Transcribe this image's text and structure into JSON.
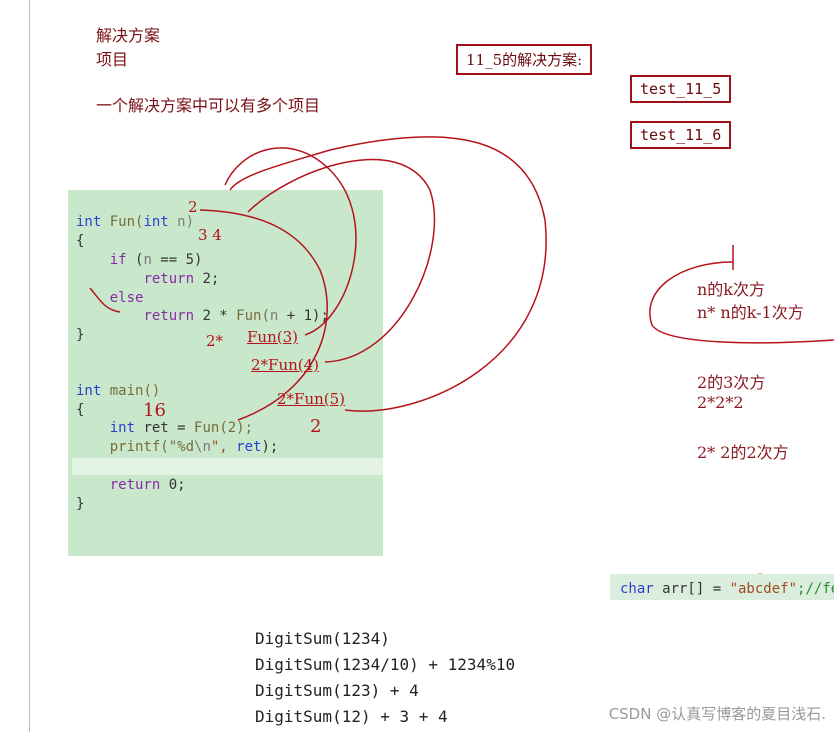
{
  "notes": {
    "line1": "解决方案",
    "line2": "项目",
    "line3": "一个解决方案中可以有多个项目"
  },
  "solution_box": "11_5的解决方案:",
  "projects": [
    "test_11_5",
    "test_11_6"
  ],
  "code": {
    "fun_sig": [
      "int",
      " Fun(",
      "int",
      " n)"
    ],
    "open": "{",
    "if": [
      "if",
      " (",
      "n",
      " == 5)"
    ],
    "ret2": [
      "return",
      " 2;"
    ],
    "else": "else",
    "ret_rec": [
      "return",
      " 2 * ",
      "Fun(",
      "n",
      " + 1);"
    ],
    "close": "}",
    "main_sig": [
      "int",
      " main()"
    ],
    "ret_decl": [
      "int",
      " ret = ",
      "Fun(2);"
    ],
    "printf": [
      "printf(\"%d",
      "\\n",
      "\", ",
      "ret",
      ");"
    ],
    "ret0": [
      "return",
      " 0;"
    ]
  },
  "annotations": {
    "a2": "2",
    "a34": "3 4",
    "a2x": "2*",
    "fun3": "Fun(3)",
    "fun4": "2*Fun(4)",
    "fun5": "2*Fun(5)",
    "r2": "2",
    "r16": "16"
  },
  "right_notes": {
    "k1": "n的k次方",
    "k2": "n* n的k-1次方",
    "p1": "2的3次方",
    "p2": "2*2*2",
    "p3": "2* 2的2次方"
  },
  "snippet": [
    "char",
    " arr[] = ",
    "\"abcdef\"",
    ";//fe"
  ],
  "digitsum": [
    "DigitSum(1234)",
    "DigitSum(1234/10) + 1234%10",
    "DigitSum(123) + 4",
    "DigitSum(12) + 3 + 4"
  ],
  "watermark": "CSDN @认真写博客的夏目浅石.",
  "colors": {
    "ink": "#b5121b",
    "code_bg": "#c9e8cb"
  }
}
